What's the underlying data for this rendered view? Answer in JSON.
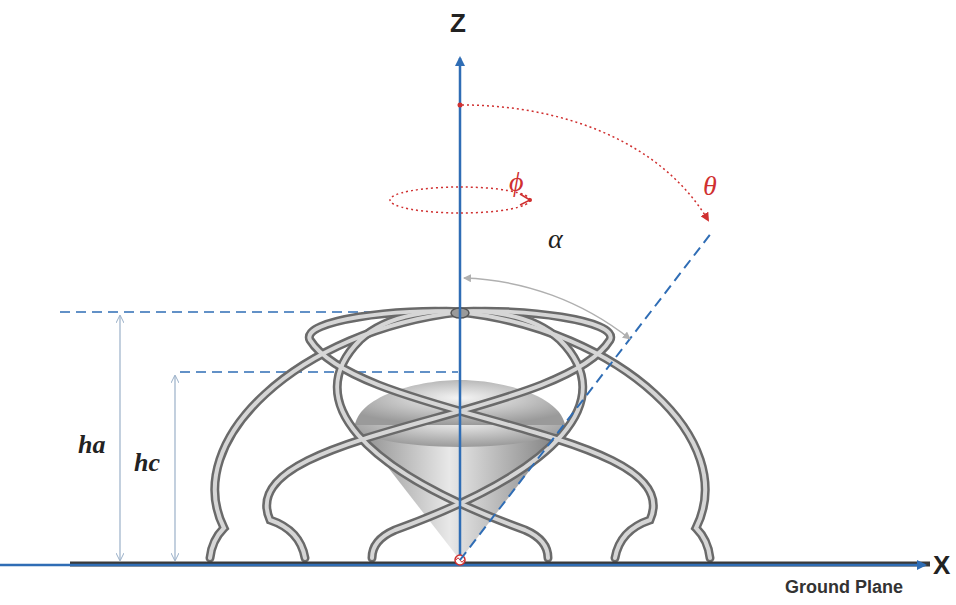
{
  "diagram": {
    "labels": [
      "Z",
      "X",
      "θ",
      "ϕ",
      "α",
      "ha",
      "hc",
      "Ground Plane"
    ]
  }
}
